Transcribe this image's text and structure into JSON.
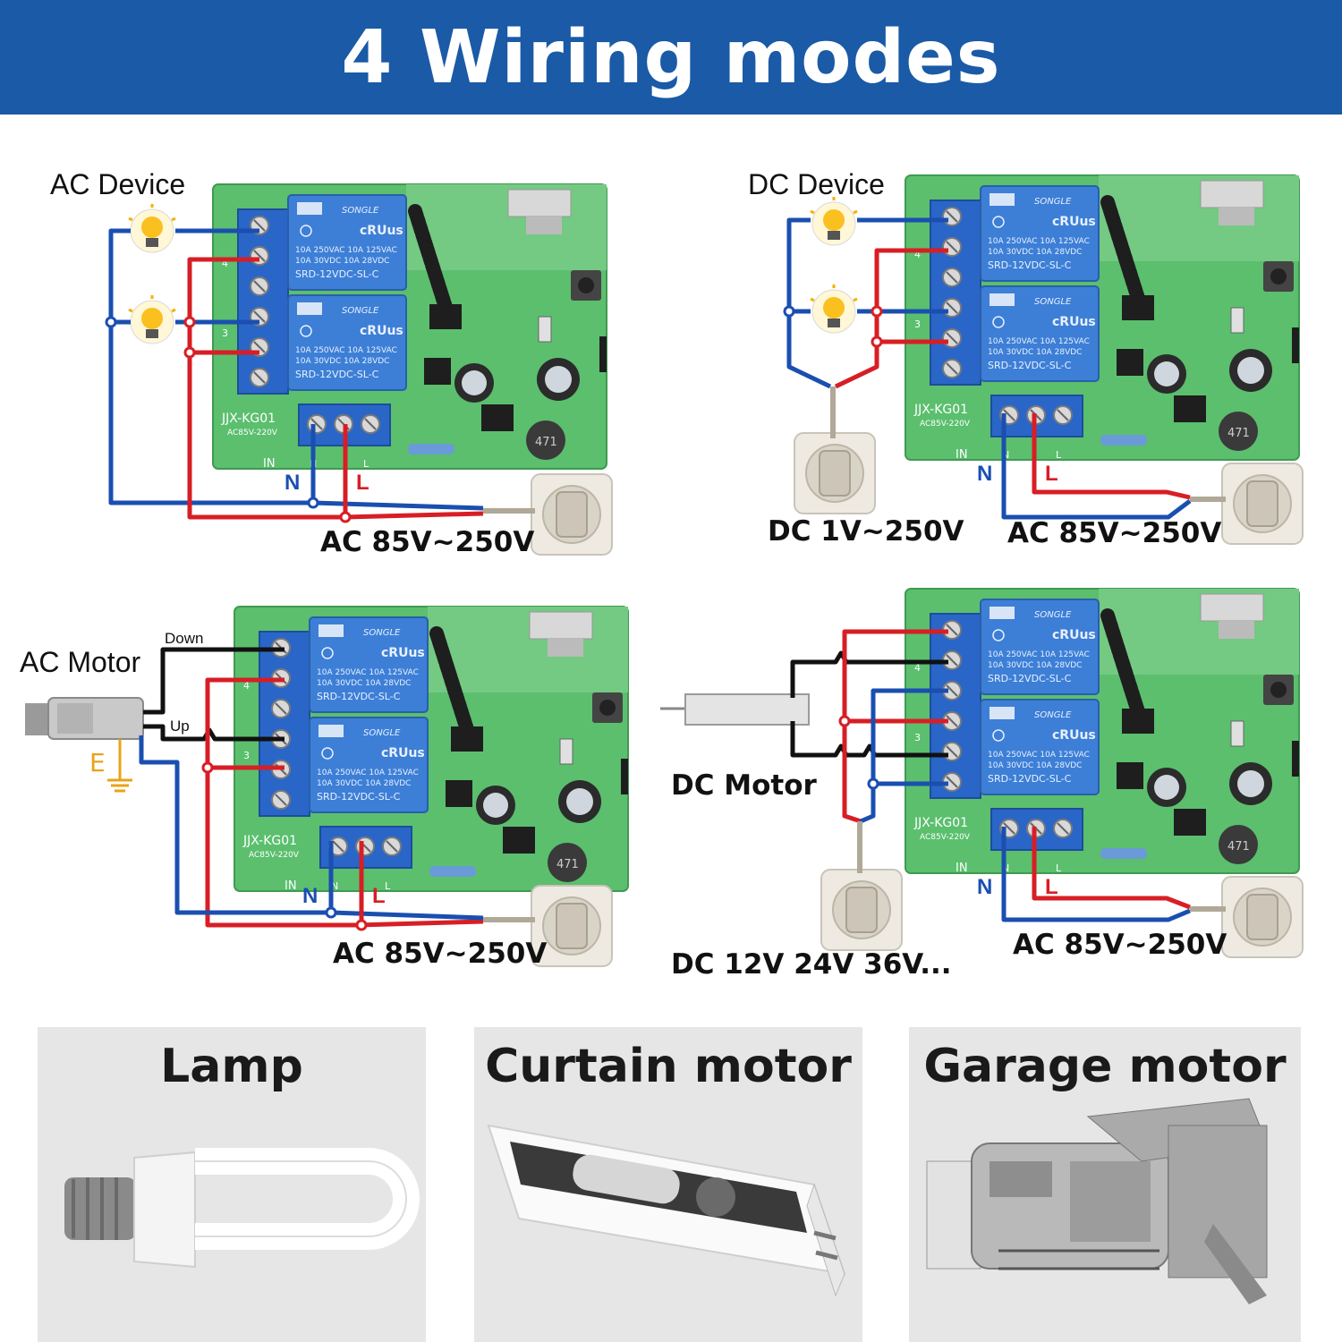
{
  "title": "4 Wiring modes",
  "diagrams": {
    "ac_device": {
      "label": "AC Device",
      "neutral": "N",
      "live": "L",
      "supply": "AC 85V~250V"
    },
    "dc_device": {
      "label": "DC Device",
      "neutral": "N",
      "live": "L",
      "dc_supply": "DC 1V~250V",
      "supply": "AC 85V~250V"
    },
    "ac_motor": {
      "label": "AC Motor",
      "down": "Down",
      "up": "Up",
      "earth": "E",
      "neutral": "N",
      "live": "L",
      "supply": "AC 85V~250V"
    },
    "dc_motor": {
      "label": "DC Motor",
      "neutral": "N",
      "live": "L",
      "dc_supply": "DC 12V 24V 36V...",
      "supply": "AC 85V~250V"
    }
  },
  "board": {
    "model": "JJX-KG01",
    "rating": "AC85V-220V",
    "relay_brand": "SONGLE",
    "relay_spec_1": "10A 250VAC  10A 125VAC",
    "relay_spec_2": "10A  30VDC  10A  28VDC",
    "relay_part": "SRD-12VDC-SL-C",
    "input": "IN",
    "inductor": "471",
    "neutral_mark": "N",
    "live_mark": "L"
  },
  "applications": [
    {
      "label": "Lamp"
    },
    {
      "label": "Curtain motor"
    },
    {
      "label": "Garage motor"
    }
  ],
  "colors": {
    "header": "#1a5aa6",
    "wire_blue": "#1a4fb0",
    "wire_red": "#d81e25",
    "wire_black": "#111111",
    "pcb": "#5bbf6e",
    "terminal": "#2a66c8",
    "relay": "#3d7fd6"
  }
}
